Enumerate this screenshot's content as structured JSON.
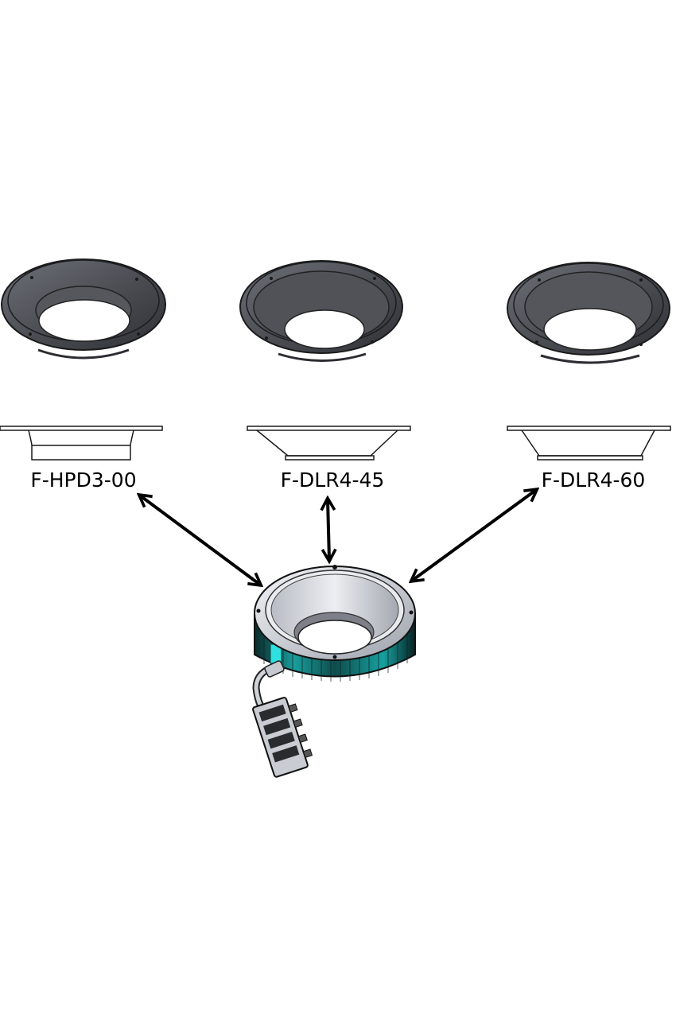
{
  "colors": {
    "background": "#ffffff",
    "diffuser_dark": "#4a4c52",
    "diffuser_rim": "#2e3035",
    "diffuser_inner": "#6a6d74",
    "ring_light": "#d9dbe0",
    "ring_band": "#0f3a3a",
    "ring_led": "#19b3b3",
    "ring_led_bright": "#2fe0e0",
    "outline": "#1a1a1a",
    "arrow": "#000000"
  },
  "diffusers": [
    {
      "id": "hpd3-00",
      "label": "F-HPD3-00",
      "profile": "straight"
    },
    {
      "id": "dlr4-45",
      "label": "F-DLR4-45",
      "profile": "cone-45"
    },
    {
      "id": "dlr4-60",
      "label": "F-DLR4-60",
      "profile": "cone-60"
    }
  ],
  "base_light": {
    "name": "ring-light",
    "icon": "ring-light-with-cable"
  },
  "connections": [
    {
      "from": "hpd3-00",
      "to": "ring-light",
      "style": "double-arrow"
    },
    {
      "from": "dlr4-45",
      "to": "ring-light",
      "style": "double-arrow"
    },
    {
      "from": "dlr4-60",
      "to": "ring-light",
      "style": "double-arrow"
    }
  ]
}
